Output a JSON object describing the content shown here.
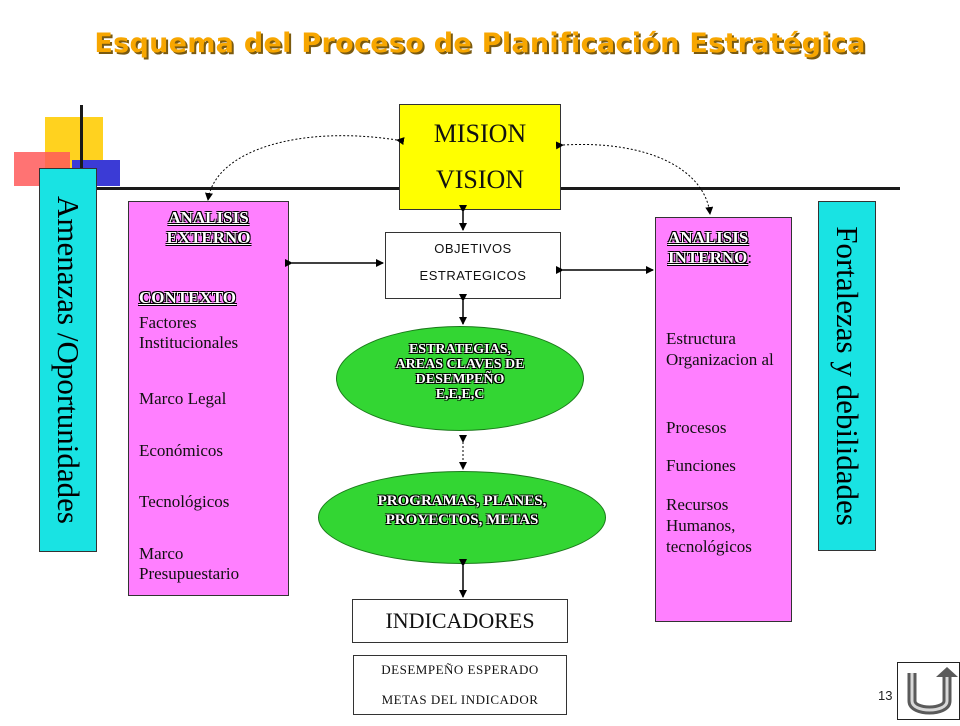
{
  "title": "Esquema  del Proceso de Planificación Estratégica",
  "left_side": "Amenazas /Oportunidades",
  "right_side": "Fortalezas y debilidades",
  "mision_vision": {
    "line1": "MISION",
    "line2": "VISION"
  },
  "objetivos": {
    "line1": "OBJETIVOS",
    "line2": "ESTRATEGICOS"
  },
  "analisis_externo": {
    "heading1": "ANALISIS",
    "heading2": "EXTERNO",
    "subheading": "CONTEXTO",
    "items": [
      "Factores Institucionales",
      "Marco Legal",
      "Económicos",
      "Tecnológicos",
      "Marco Presupuestario"
    ]
  },
  "analisis_interno": {
    "heading1": "ANALISIS",
    "heading2": "INTERNO",
    "heading_suffix": ":",
    "items": [
      "Estructura Organizacion al",
      "Procesos",
      "Funciones",
      "Recursos Humanos, tecnológicos"
    ]
  },
  "estrategias": {
    "line1": "ESTRATEGIAS,",
    "line2": "AREAS CLAVES DE",
    "line3": "DESEMPEÑO",
    "line4": "E,E,E,C"
  },
  "programas": {
    "line1": "PROGRAMAS, PLANES,",
    "line2": "PROYECTOS, METAS"
  },
  "indicadores": "INDICADORES",
  "desempeno": {
    "line1": "DESEMPEÑO ESPERADO",
    "line2": "METAS DEL INDICADOR"
  },
  "page_number": "13",
  "colors": {
    "title": "#f7a600",
    "cyan": "#19e3e3",
    "pink": "#ff7fff",
    "yellow": "#ffff00",
    "green": "#33d633"
  }
}
